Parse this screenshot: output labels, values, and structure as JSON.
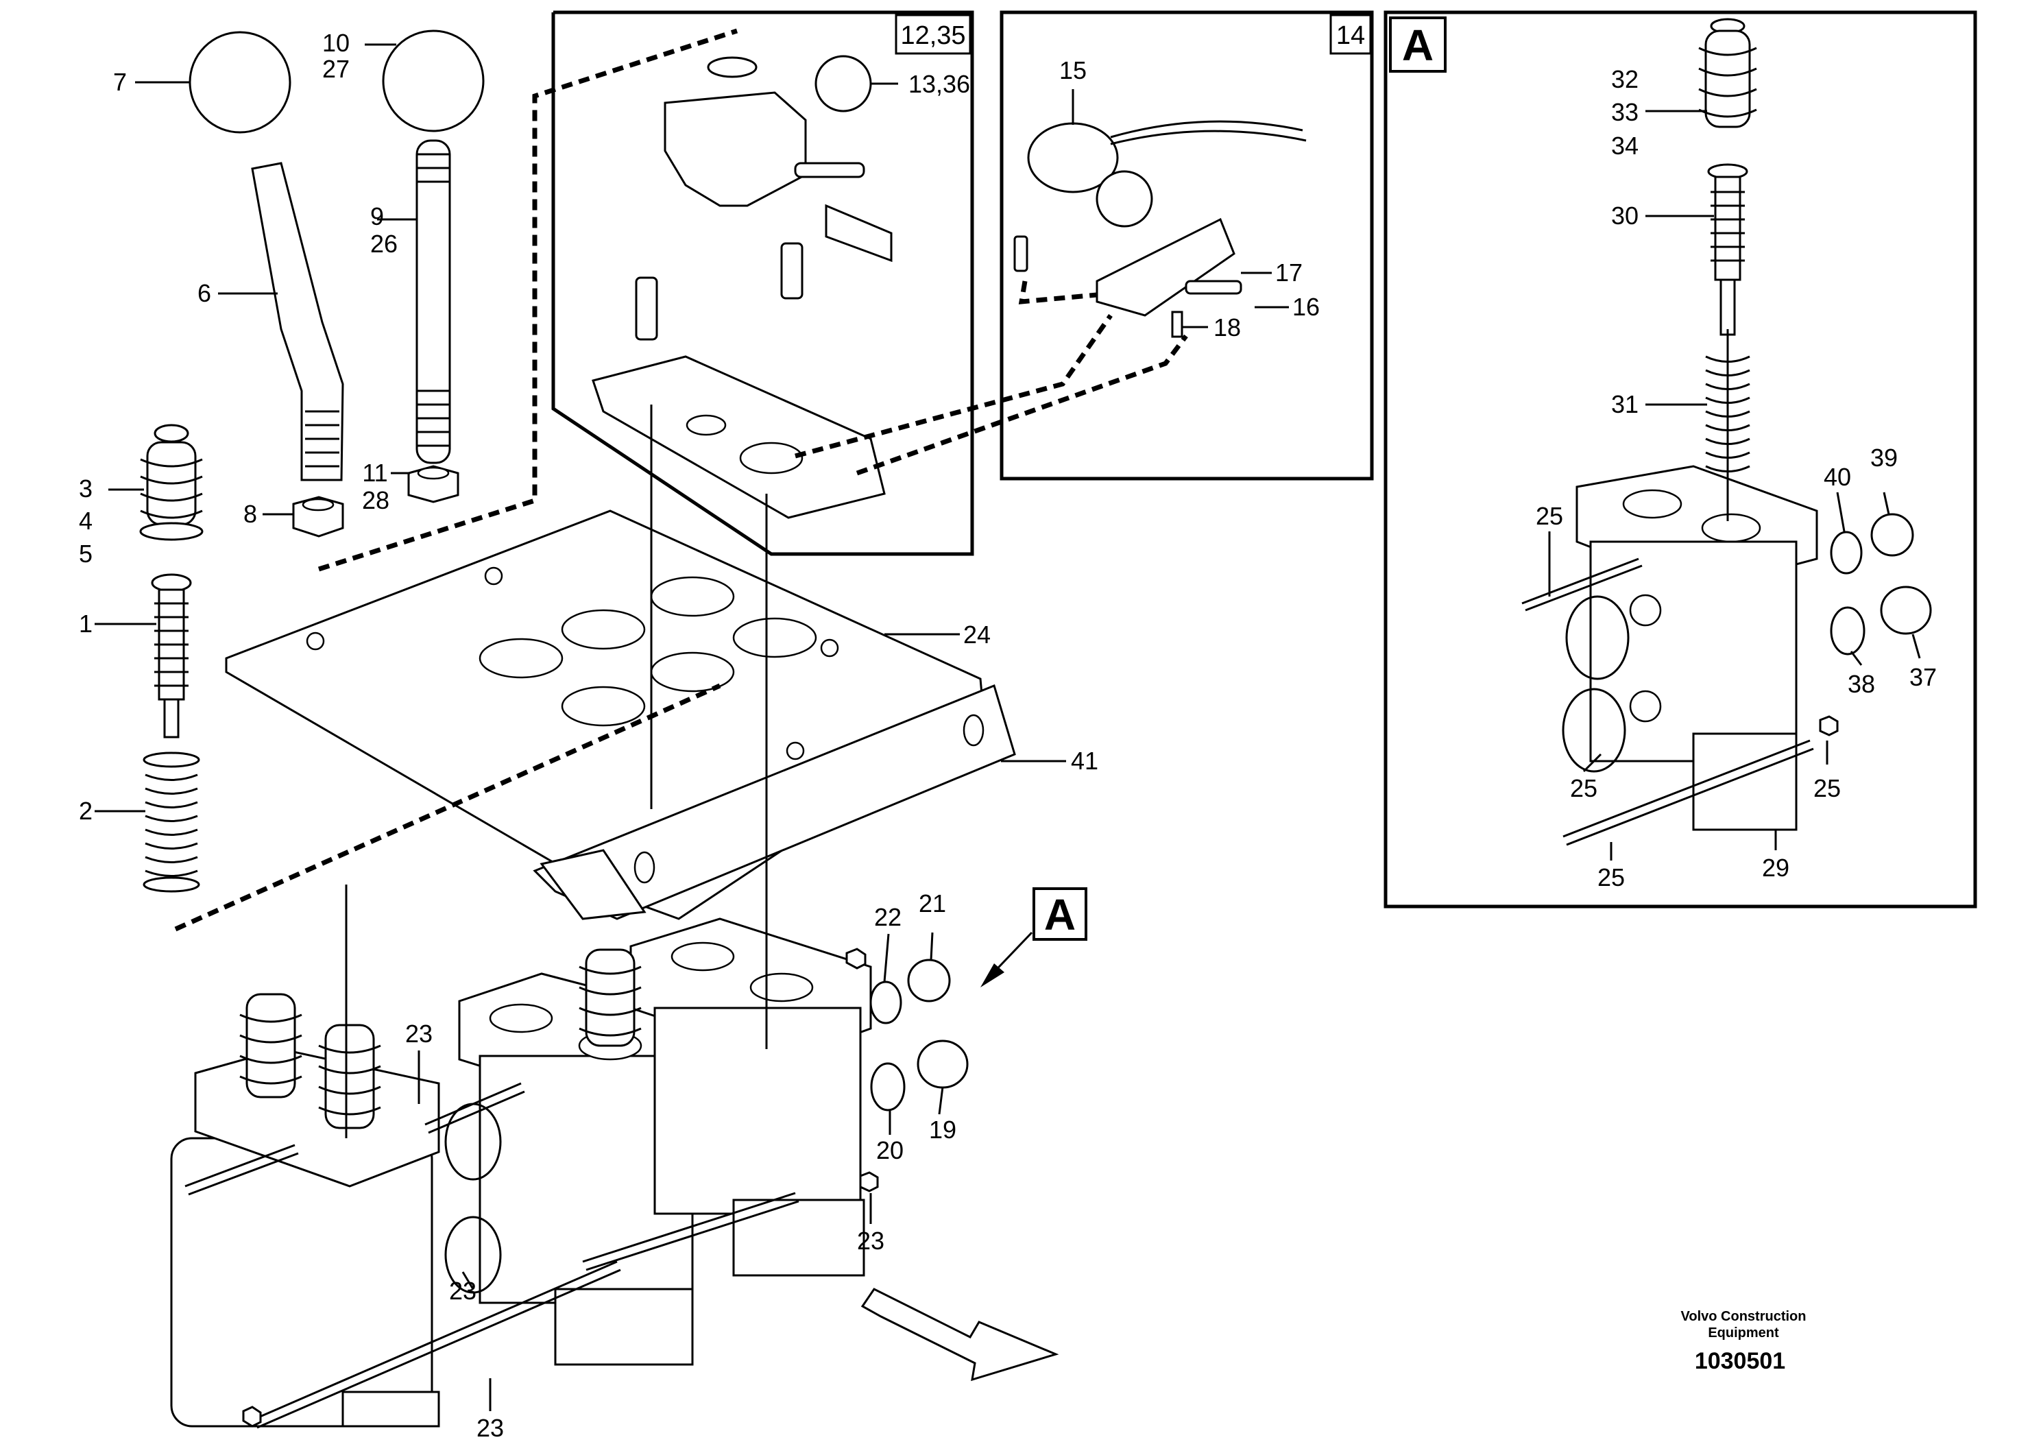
{
  "frames": {
    "detail_12_35": "12,35",
    "detail_14": "14",
    "detail_a": "A"
  },
  "callouts": {
    "c1": "1",
    "c2": "2",
    "c3": "3",
    "c4": "4",
    "c5": "5",
    "c6": "6",
    "c7": "7",
    "c8": "8",
    "c9": "9",
    "c26": "26",
    "c10": "10",
    "c27": "27",
    "c11": "11",
    "c28": "28",
    "c13_36": "13,36",
    "c15": "15",
    "c16": "16",
    "c17": "17",
    "c18": "18",
    "c19": "19",
    "c20": "20",
    "c21": "21",
    "c22": "22",
    "c23a": "23",
    "c23b": "23",
    "c23c": "23",
    "c23d": "23",
    "c24": "24",
    "c41": "41",
    "c25a": "25",
    "c25b": "25",
    "c25c": "25",
    "c25d": "25",
    "c29": "29",
    "c30": "30",
    "c31": "31",
    "c32": "32",
    "c33": "33",
    "c34": "34",
    "c37": "37",
    "c38": "38",
    "c39": "39",
    "c40": "40"
  },
  "view_marker": "A",
  "credit": {
    "line1": "Volvo Construction",
    "line2": "Equipment",
    "part_number": "1030501"
  }
}
